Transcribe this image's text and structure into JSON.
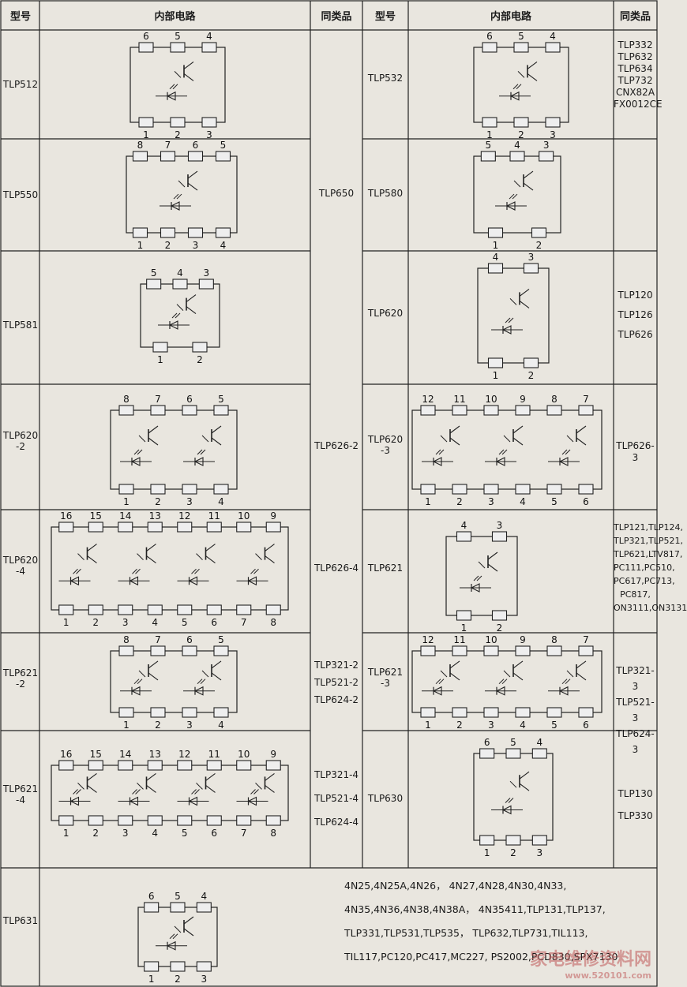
{
  "headers": {
    "model": "型号",
    "circuit": "内部电路",
    "equivalent": "同类品"
  },
  "rows": [
    {
      "left_model": "TLP512",
      "left_pins": [
        "6",
        "5",
        "4",
        "1",
        "2",
        "3"
      ],
      "mid_model": "",
      "right_model": "TLP532",
      "right_pins": [
        "6",
        "5",
        "4",
        "1",
        "2",
        "3"
      ],
      "right_equiv": [
        "TLP332",
        "TLP632",
        "TLP634",
        "TLP732",
        "CNX82A",
        "FX0012CE"
      ]
    },
    {
      "left_model": "TLP550",
      "left_pins": [
        "8",
        "7",
        "6",
        "5",
        "1",
        "2",
        "3",
        "4"
      ],
      "mid_model": "TLP650",
      "right_model": "TLP580",
      "right_pins": [
        "5",
        "4",
        "3",
        "1",
        "2"
      ],
      "right_equiv": []
    },
    {
      "left_model": "TLP581",
      "left_pins": [
        "5",
        "4",
        "3",
        "1",
        "2"
      ],
      "mid_model": "",
      "right_model": "TLP620",
      "right_pins": [
        "4",
        "3",
        "1",
        "2"
      ],
      "right_equiv": [
        "TLP120",
        "TLP126",
        "TLP626"
      ]
    },
    {
      "left_model": "TLP620\n-2",
      "left_pins": [
        "8",
        "7",
        "6",
        "5",
        "1",
        "2",
        "3",
        "4"
      ],
      "mid_model": "TLP626-2",
      "right_model": "TLP620\n-3",
      "right_pins": [
        "12",
        "11",
        "10",
        "9",
        "8",
        "7",
        "1",
        "2",
        "3",
        "4",
        "5",
        "6"
      ],
      "right_equiv": [
        "TLP626-3"
      ]
    },
    {
      "left_model": "TLP620\n-4",
      "left_pins": [
        "16",
        "15",
        "14",
        "13",
        "12",
        "11",
        "10",
        "9",
        "1",
        "2",
        "3",
        "4",
        "5",
        "6",
        "7",
        "8"
      ],
      "mid_model": "TLP626-4",
      "right_model": "TLP621",
      "right_pins": [
        "4",
        "3",
        "1",
        "2"
      ],
      "right_equiv": [
        "TLP121,TLP124,",
        "TLP321,TLP521,",
        "TLP621,LTV817,",
        "PC111,PC510,",
        "PC617,PC713,",
        "PC817,",
        "ON3111,ON3131"
      ]
    },
    {
      "left_model": "TLP621\n-2",
      "left_pins": [
        "8",
        "7",
        "6",
        "5",
        "1",
        "2",
        "3",
        "4"
      ],
      "mid_model": [
        "TLP321-2",
        "TLP521-2",
        "TLP624-2"
      ],
      "right_model": "TLP621\n-3",
      "right_pins": [
        "12",
        "11",
        "10",
        "9",
        "8",
        "7",
        "1",
        "2",
        "3",
        "4",
        "5",
        "6"
      ],
      "right_equiv": [
        "TLP321-3",
        "TLP521-3",
        "TLP624-3"
      ]
    },
    {
      "left_model": "TLP621\n-4",
      "left_pins": [
        "16",
        "15",
        "14",
        "13",
        "12",
        "11",
        "10",
        "9",
        "1",
        "2",
        "3",
        "4",
        "5",
        "6",
        "7",
        "8"
      ],
      "mid_model": [
        "TLP321-4",
        "TLP521-4",
        "TLP624-4"
      ],
      "right_model": "TLP630",
      "right_pins": [
        "6",
        "5",
        "4",
        "1",
        "2",
        "3"
      ],
      "right_equiv": [
        "TLP130",
        "TLP330"
      ]
    },
    {
      "left_model": "TLP631",
      "left_pins": [
        "6",
        "5",
        "4",
        "1",
        "2",
        "3"
      ],
      "mid_model": "",
      "right_model": "",
      "right_pins": [],
      "right_equiv": []
    }
  ],
  "bottom_note": [
    "4N25,4N25A,4N26， 4N27,4N28,4N30,4N33,",
    "4N35,4N36,4N38,4N38A， 4N35411,TLP131,TLP137,",
    "TLP331,TLP531,TLP535， TLP632,TLP731,TIL113,",
    "TIL117,PC120,PC417,MC227, PS2002,PCD830,SPX7130"
  ],
  "watermark": {
    "main": "家电维修资料网",
    "url": "www.520101.com"
  }
}
